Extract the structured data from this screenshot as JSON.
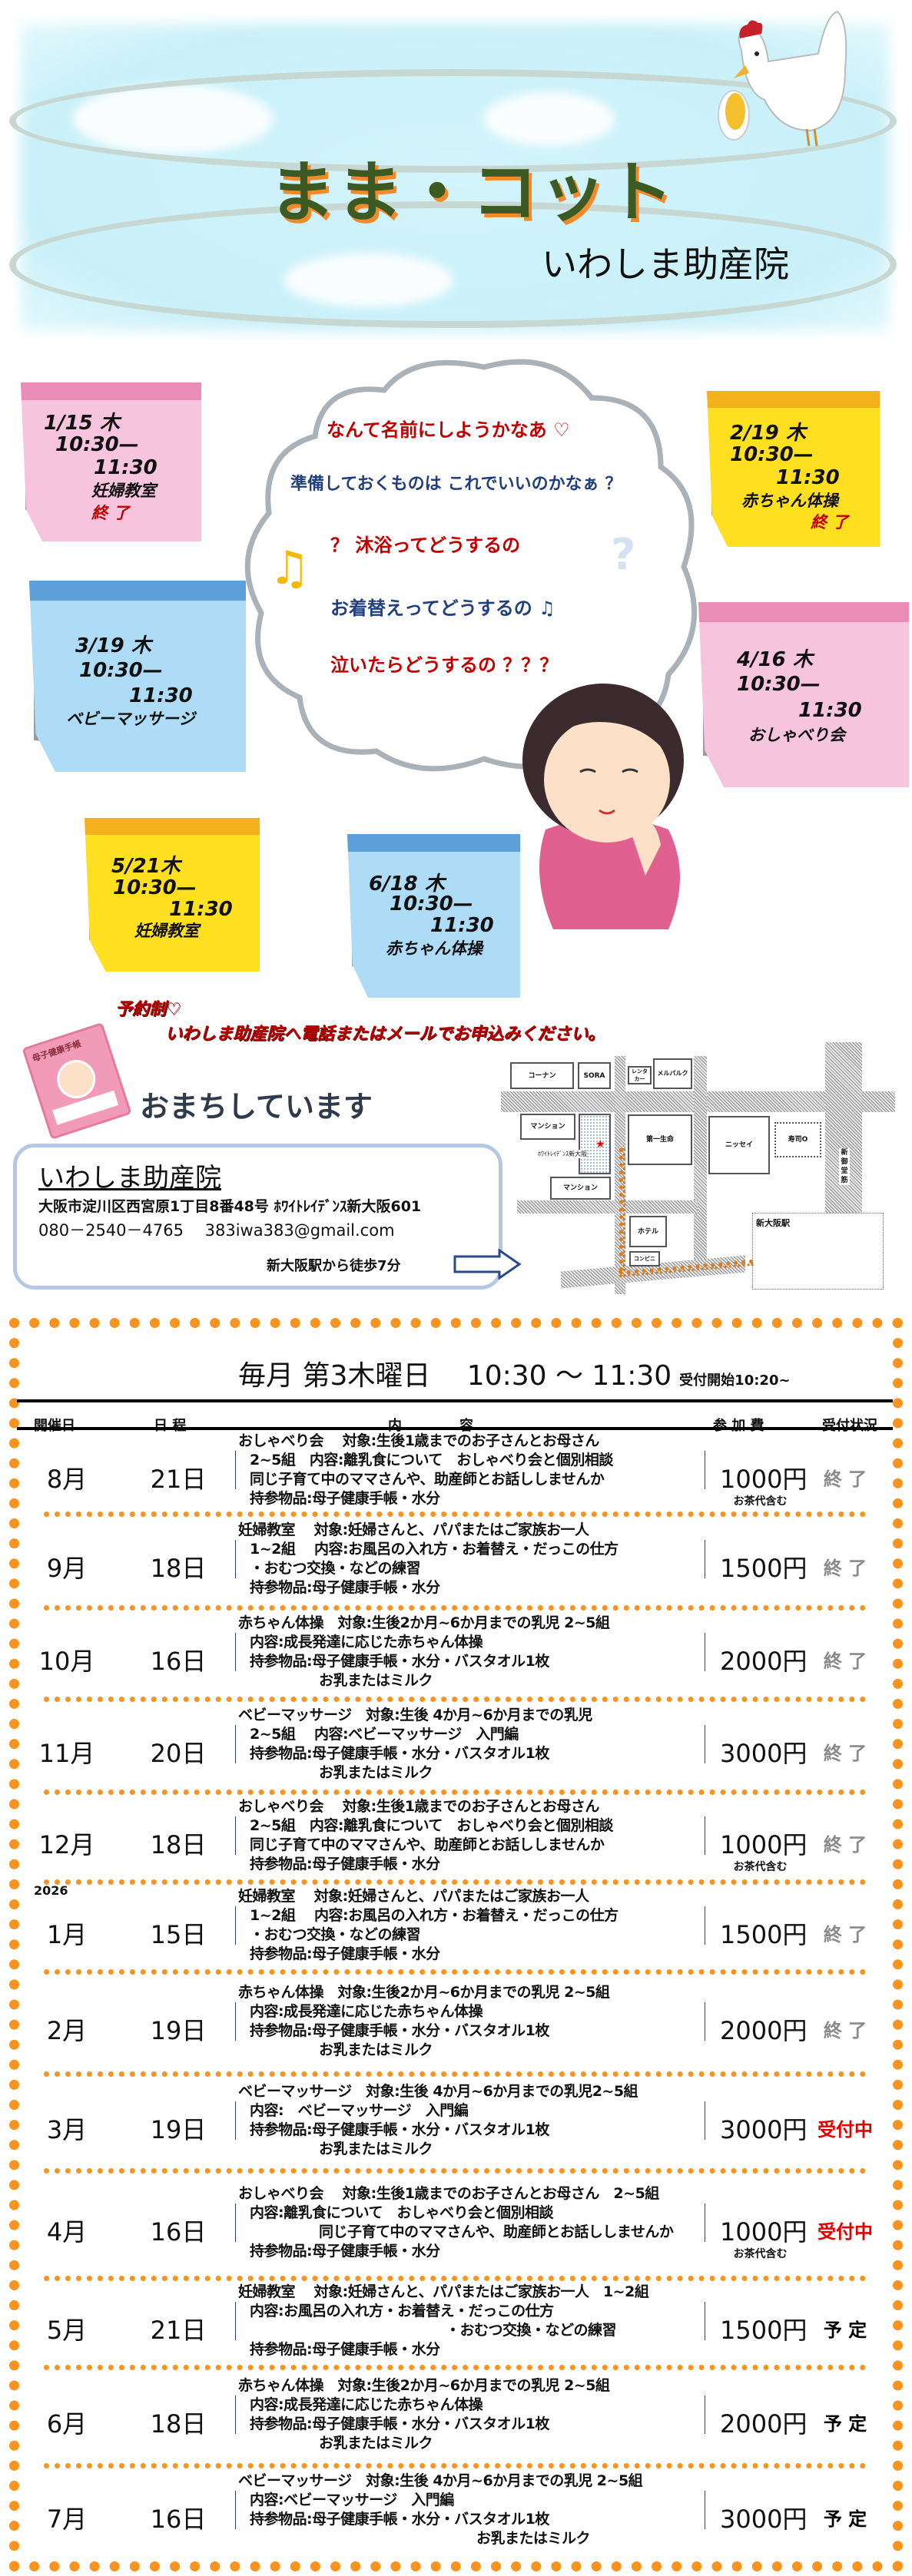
{
  "header": {
    "title": "まま・コット",
    "subtitle": "いわしま助産院"
  },
  "notes": [
    {
      "date": "1/15 木",
      "start": "10:30—",
      "end": "11:30",
      "event": "妊婦教室",
      "status": "終 了",
      "color": "pink"
    },
    {
      "date": "2/19 木",
      "start": "10:30—",
      "end": "11:30",
      "event": "赤ちゃん体操",
      "status": "終 了",
      "color": "yellow"
    },
    {
      "date": "3/19 木",
      "start": "10:30—",
      "end": "11:30",
      "event": "ベビーマッサージ",
      "color": "blue"
    },
    {
      "date": "4/16 木",
      "start": "10:30—",
      "end": "11:30",
      "event": "おしゃべり会",
      "color": "pink"
    },
    {
      "date": "5/21木",
      "start": "10:30—",
      "end": "11:30",
      "event": "妊婦教室",
      "color": "yellow"
    },
    {
      "date": "6/18 木",
      "start": "10:30—",
      "end": "11:30",
      "event": "赤ちゃん体操",
      "color": "blue"
    }
  ],
  "thoughts": [
    "なんて名前にしようかなあ ♡",
    "準備しておくものは これでいいのかなぁ ？",
    "？ 沐浴ってどうするの",
    "お着替えってどうするの ♫",
    "泣いたらどうするの ？？？"
  ],
  "reservation": {
    "line1": "予約制♡",
    "line2": "いわしま助産院へ電話またはメールでお申込みください。"
  },
  "waiting": "おまちしています",
  "book_label": "母子健康手帳",
  "address": {
    "name": "いわしま助産院",
    "line": "大阪市淀川区西宮原1丁目8番48号 ﾎﾜｲﾄﾚｲﾃﾞﾝｽ新大阪601",
    "contact": "080－2540－4765　 383iwa383@gmail.com",
    "walk": "新大阪駅から徒歩7分"
  },
  "map": {
    "konan": "コーナン",
    "sora": "SORA",
    "rentacar": "レンタカー",
    "parque": "メルパルク",
    "mansion1": "マンション",
    "residence": "ﾎﾜｲﾄﾚｲﾃﾞﾝｽ新大阪",
    "daiichi": "第一生命",
    "nissay": "ニッセイ",
    "sushi": "寿司O",
    "midosuji": "新御堂筋",
    "mansion2": "マンション",
    "hotel": "ホテル",
    "konbini": "コンビニ",
    "station": "新大阪駅"
  },
  "table": {
    "title": "毎月 第3木曜日　 10:30 ～ 11:30",
    "subtitle": "受付開始10:20~",
    "headers": {
      "date": "開催日",
      "schedule": "日 程",
      "content_a": "内",
      "content_b": "容",
      "fee": "参 加 費",
      "status": "受付状況"
    },
    "rows": [
      {
        "month": "8月",
        "day": "21日",
        "lines": [
          "おしゃべり会　 対象:生後1歳までのお子さんとお母さん",
          "2~5組　内容:離乳食について　おしゃべり会と個別相談",
          "同じ子育て中のママさんや、助産師とお話ししませんか",
          "持参物品:母子健康手帳・水分"
        ],
        "fee": "1000円",
        "fee_note": "お茶代含む",
        "status": "終 了",
        "status_type": "done"
      },
      {
        "month": "9月",
        "day": "18日",
        "lines": [
          "妊婦教室　 対象:妊婦さんと、パパまたはご家族お一人",
          "1~2組　 内容:お風呂の入れ方・お着替え・だっこの仕方",
          "・おむつ交換・などの練習",
          "持参物品:母子健康手帳・水分"
        ],
        "fee": "1500円",
        "status": "終 了",
        "status_type": "done"
      },
      {
        "month": "10月",
        "day": "16日",
        "lines": [
          "赤ちゃん体操　対象:生後2か月~6か月までの乳児 2~5組",
          "内容:成長発達に応じた赤ちゃん体操",
          "持参物品:母子健康手帳・水分・バスタオル1枚",
          "お乳またはミルク"
        ],
        "fee": "2000円",
        "status": "終 了",
        "status_type": "done"
      },
      {
        "month": "11月",
        "day": "20日",
        "lines": [
          "ベビーマッサージ　対象:生後 4か月~6か月までの乳児",
          "2~5組　 内容:ベビーマッサージ　入門編",
          "持参物品:母子健康手帳・水分・バスタオル1枚",
          "お乳またはミルク"
        ],
        "fee": "3000円",
        "status": "終 了",
        "status_type": "done"
      },
      {
        "month": "12月",
        "day": "18日",
        "lines": [
          "おしゃべり会　 対象:生後1歳までのお子さんとお母さん",
          "2~5組　内容:離乳食について　おしゃべり会と個別相談",
          "同じ子育て中のママさんや、助産師とお話ししませんか",
          "持参物品:母子健康手帳・水分"
        ],
        "fee": "1000円",
        "fee_note": "お茶代含む",
        "status": "終 了",
        "status_type": "done"
      },
      {
        "year": "2026",
        "month": "1月",
        "day": "15日",
        "lines": [
          "妊婦教室　 対象:妊婦さんと、パパまたはご家族お一人",
          "1~2組　 内容:お風呂の入れ方・お着替え・だっこの仕方",
          "・おむつ交換・などの練習",
          "持参物品:母子健康手帳・水分"
        ],
        "fee": "1500円",
        "status": "終 了",
        "status_type": "done"
      },
      {
        "month": "2月",
        "day": "19日",
        "lines": [
          "赤ちゃん体操　対象:生後2か月~6か月までの乳児 2~5組",
          "内容:成長発達に応じた赤ちゃん体操",
          "持参物品:母子健康手帳・水分・バスタオル1枚",
          "お乳またはミルク"
        ],
        "fee": "2000円",
        "status": "終 了",
        "status_type": "done"
      },
      {
        "month": "3月",
        "day": "19日",
        "lines": [
          "ベビーマッサージ　対象:生後 4か月~6か月までの乳児2~5組",
          "内容:　ベビーマッサージ　入門編",
          "持参物品:母子健康手帳・水分・バスタオル1枚",
          "お乳またはミルク"
        ],
        "fee": "3000円",
        "status": "受付中",
        "status_type": "open"
      },
      {
        "month": "4月",
        "day": "16日",
        "lines": [
          "おしゃべり会　 対象:生後1歳までのお子さんとお母さん　2~5組",
          "内容:離乳食について　おしゃべり会と個別相談",
          "同じ子育て中のママさんや、助産師とお話ししませんか",
          "持参物品:母子健康手帳・水分"
        ],
        "fee": "1000円",
        "fee_note": "お茶代含む",
        "status": "受付中",
        "status_type": "open"
      },
      {
        "month": "5月",
        "day": "21日",
        "lines": [
          "妊婦教室　 対象:妊婦さんと、パパまたはご家族お一人　1~2組",
          "内容:お風呂の入れ方・お着替え・だっこの仕方",
          "・おむつ交換・などの練習",
          "持参物品:母子健康手帳・水分"
        ],
        "fee": "1500円",
        "status": "予 定",
        "status_type": "plan"
      },
      {
        "month": "6月",
        "day": "18日",
        "lines": [
          "赤ちゃん体操　対象:生後2か月~6か月までの乳児 2~5組",
          "内容:成長発達に応じた赤ちゃん体操",
          "持参物品:母子健康手帳・水分・バスタオル1枚",
          "お乳またはミルク"
        ],
        "fee": "2000円",
        "status": "予 定",
        "status_type": "plan"
      },
      {
        "month": "7月",
        "day": "16日",
        "lines": [
          "ベビーマッサージ　対象:生後 4か月~6か月までの乳児 2~5組",
          "内容:ベビーマッサージ　入門編",
          "持参物品:母子健康手帳・水分・バスタオル1枚",
          "お乳またはミルク"
        ],
        "fee": "3000円",
        "status": "予 定",
        "status_type": "plan"
      }
    ]
  }
}
